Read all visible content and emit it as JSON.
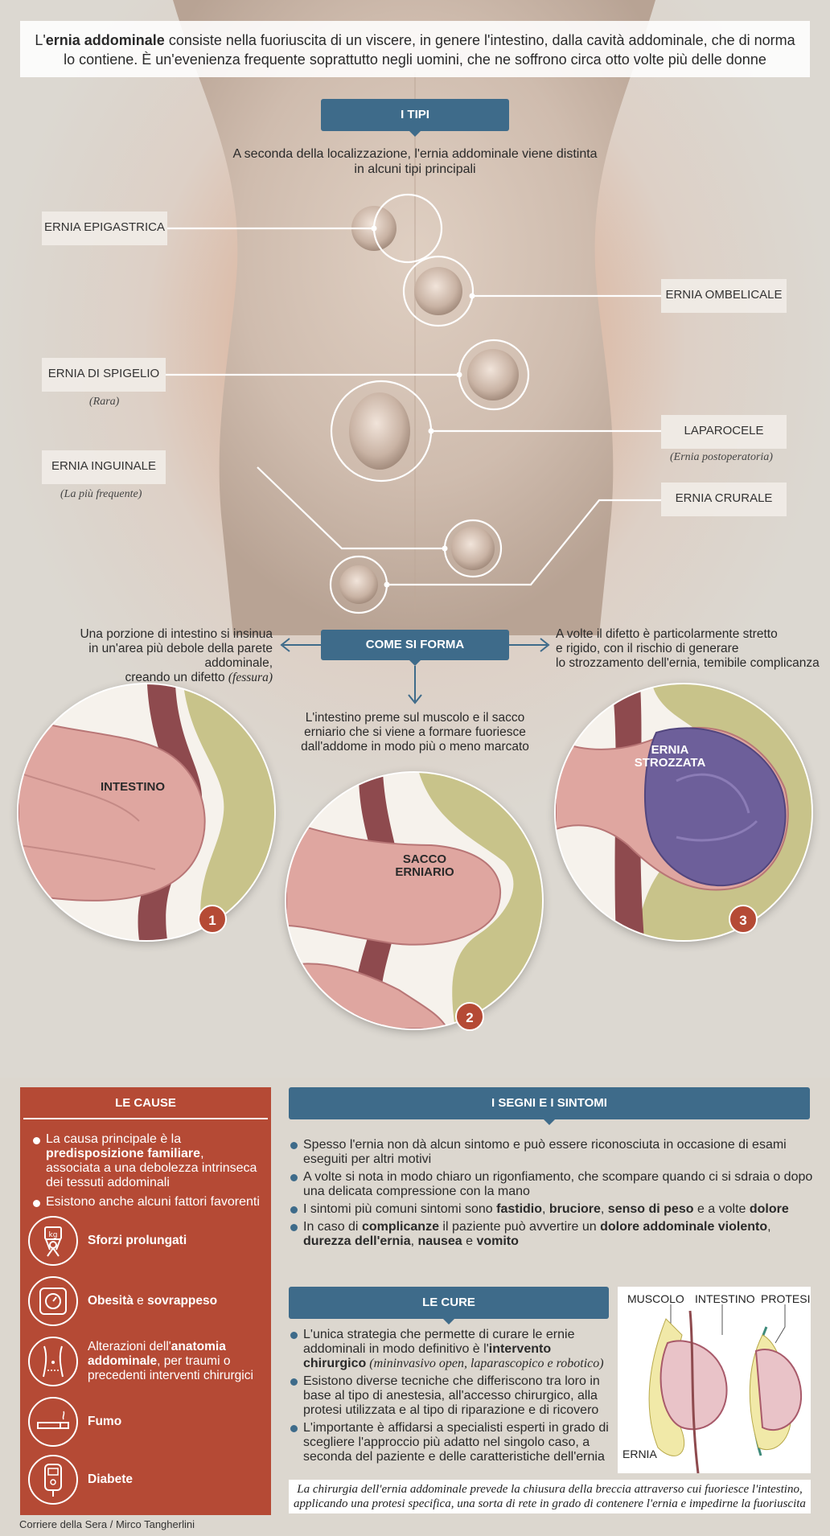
{
  "intro": {
    "pre": "L'",
    "bold": "ernia addominale",
    "post": " consiste nella fuoriuscita di un viscere, in genere l'intestino, dalla cavità addominale, che di norma",
    "line2": "lo contiene. È un'evenienza frequente soprattutto negli uomini, che ne soffrono circa otto volte più delle donne"
  },
  "tipi": {
    "title": "I TIPI",
    "sub1": "A seconda della localizzazione, l'ernia addominale viene distinta",
    "sub2": "in alcuni tipi principali",
    "labels": {
      "epigastrica": "ERNIA EPIGASTRICA",
      "ombelicale": "ERNIA OMBELICALE",
      "spigelio": "ERNIA DI SPIGELIO",
      "spigelio_note": "(Rara)",
      "laparocele": "LAPAROCELE",
      "laparocele_note": "(Ernia postoperatoria)",
      "inguinale": "ERNIA INGUINALE",
      "inguinale_note": "(La più frequente)",
      "crurale": "ERNIA CRURALE"
    }
  },
  "forma": {
    "title": "COME SI FORMA",
    "left1": "Una porzione di intestino si insinua",
    "left2": "in un'area più debole della parete addominale,",
    "left3": "creando un difetto ",
    "left3_italic": "(fessura)",
    "right1": "A volte il difetto è particolarmente stretto",
    "right2": "e rigido, con il rischio di generare",
    "right3": "lo strozzamento dell'ernia, temibile complicanza",
    "center1": "L'intestino preme sul muscolo e il sacco",
    "center2": "erniario che si viene a formare fuoriesce",
    "center3": "dall'addome in modo più o meno marcato",
    "step1_label": "INTESTINO",
    "step2_label1": "SACCO",
    "step2_label2": "ERNIARIO",
    "step3_label1": "ERNIA",
    "step3_label2": "STROZZATA",
    "n1": "1",
    "n2": "2",
    "n3": "3"
  },
  "cause": {
    "title": "LE CAUSE",
    "b1_pre": "La causa principale è la ",
    "b1_bold": "predisposizione familiare",
    "b1_post": ", associata a una debolezza intrinseca dei tessuti addominali",
    "b2": "Esistono anche alcuni fattori favorenti",
    "f1": "Sforzi prolungati",
    "f2_bold1": "Obesità",
    "f2_mid": " e ",
    "f2_bold2": "sovrappeso",
    "f3_pre": "Alterazioni dell'",
    "f3_bold": "anatomia addominale",
    "f3_post": ", per traumi o precedenti interventi chirurgici",
    "f4": "Fumo",
    "f5": "Diabete",
    "kg": "kg"
  },
  "segni": {
    "title": "I SEGNI E I SINTOMI",
    "s1": "Spesso l'ernia non dà alcun sintomo e può essere riconosciuta in occasione di esami eseguiti per altri motivi",
    "s2": "A volte si nota in modo chiaro un rigonfiamento, che scompare quando ci si sdraia o dopo una delicata compressione con la mano",
    "s3_pre": "I sintomi più comuni sintomi sono ",
    "s3_b1": "fastidio",
    "s3_c1": ", ",
    "s3_b2": "bruciore",
    "s3_c2": ", ",
    "s3_b3": "senso di peso",
    "s3_c3": " e a volte ",
    "s3_b4": "dolore",
    "s4_pre": "In caso di ",
    "s4_b1": "complicanze",
    "s4_mid": " il paziente può avvertire un ",
    "s4_b2": "dolore addominale violento",
    "s4_c1": ", ",
    "s4_b3": "durezza dell'ernia",
    "s4_c2": ", ",
    "s4_b4": "nausea",
    "s4_c3": " e ",
    "s4_b5": "vomito"
  },
  "cure": {
    "title": "LE CURE",
    "c1_pre": "L'unica strategia che permette di curare le ernie addominali in modo definitivo è l'",
    "c1_bold": "intervento chirurgico",
    "c1_italic": " (mininvasivo open, laparascopico e robotico)",
    "c2": "Esistono diverse tecniche che differiscono tra loro in base al tipo di anestesia, all'accesso chirurgico, alla protesi utilizzata e al tipo di riparazione e di ricovero",
    "c3": "L'importante è affidarsi a specialisti esperti in grado di scegliere l'approccio più adatto nel singolo caso, a seconda del paziente e delle caratteristiche dell'ernia",
    "d_muscolo": "MUSCOLO",
    "d_intestino": "INTESTINO",
    "d_protesi": "PROTESI",
    "d_ernia": "ERNIA",
    "footnote1": "La chirurgia dell'ernia addominale prevede la chiusura della breccia attraverso cui fuoriesce l'intestino,",
    "footnote2": "applicando una protesi specifica, una sorta di rete in grado di contenere l'ernia e impedirne la fuoriuscita"
  },
  "credits": "Corriere della Sera / Mirco Tangherlini"
}
